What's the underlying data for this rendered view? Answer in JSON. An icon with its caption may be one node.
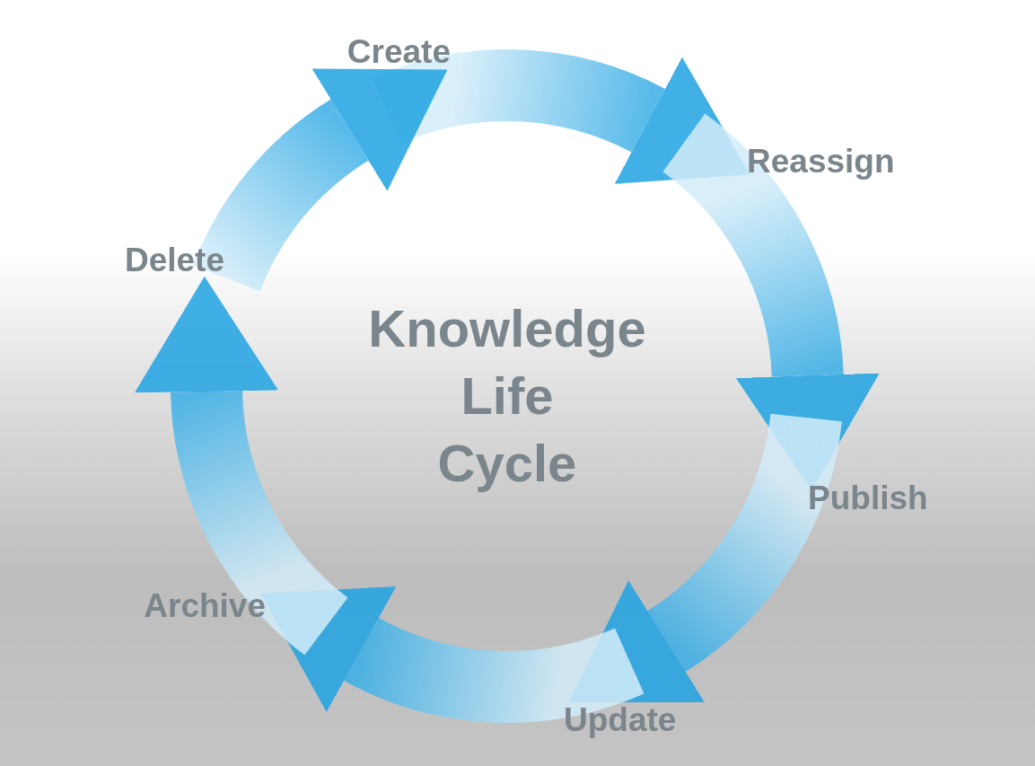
{
  "diagram": {
    "nodes": [
      {
        "text": [
          "Create"
        ]
      },
      {
        "text": [
          "Reassign"
        ]
      },
      {
        "text": [
          "Publish"
        ]
      },
      {
        "text": [
          "Update"
        ]
      },
      {
        "text": [
          "Archive"
        ]
      },
      {
        "text": [
          "Delete"
        ]
      },
      {
        "text": [
          "Knowledge Life Cycle"
        ]
      }
    ],
    "edges": [
      {
        "from": 0,
        "to": 1,
        "arrow": "to"
      },
      {
        "from": 1,
        "to": 2,
        "arrow": "to"
      },
      {
        "from": 2,
        "to": 3,
        "arrow": "to"
      },
      {
        "from": 3,
        "to": 4,
        "arrow": "to"
      },
      {
        "from": 4,
        "to": 5,
        "arrow": "to"
      },
      {
        "from": 5,
        "to": 0,
        "arrow": "to"
      }
    ]
  }
}
